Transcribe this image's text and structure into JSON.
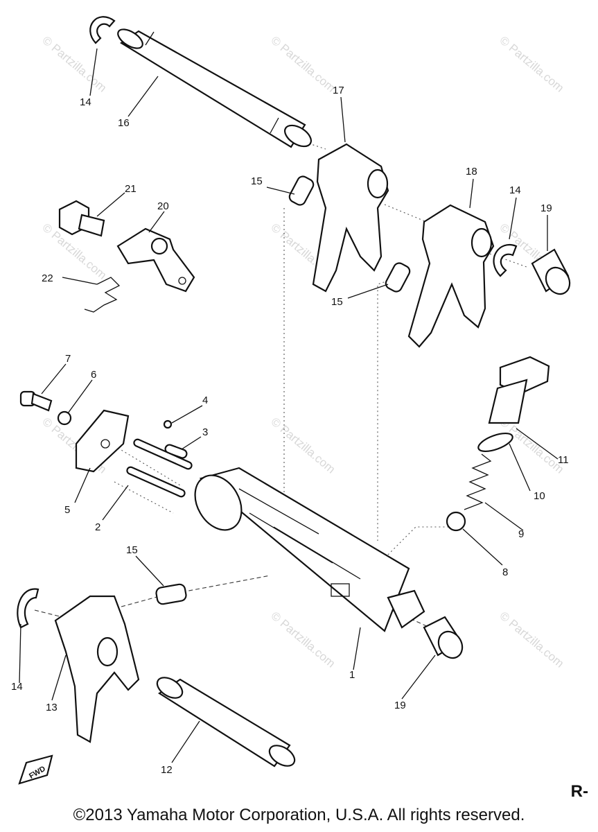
{
  "diagram": {
    "callouts": [
      "14",
      "16",
      "17",
      "15",
      "18",
      "14",
      "19",
      "21",
      "20",
      "22",
      "15",
      "7",
      "6",
      "4",
      "3",
      "5",
      "2",
      "11",
      "10",
      "9",
      "8",
      "15",
      "1",
      "14",
      "13",
      "19",
      "12"
    ],
    "watermark_text": "© Partzilla.com",
    "fwd_label": "FWD",
    "section_mark": "R-"
  },
  "footer": {
    "copyright": "©2013 Yamaha Motor Corporation, U.S.A. All rights reserved."
  }
}
